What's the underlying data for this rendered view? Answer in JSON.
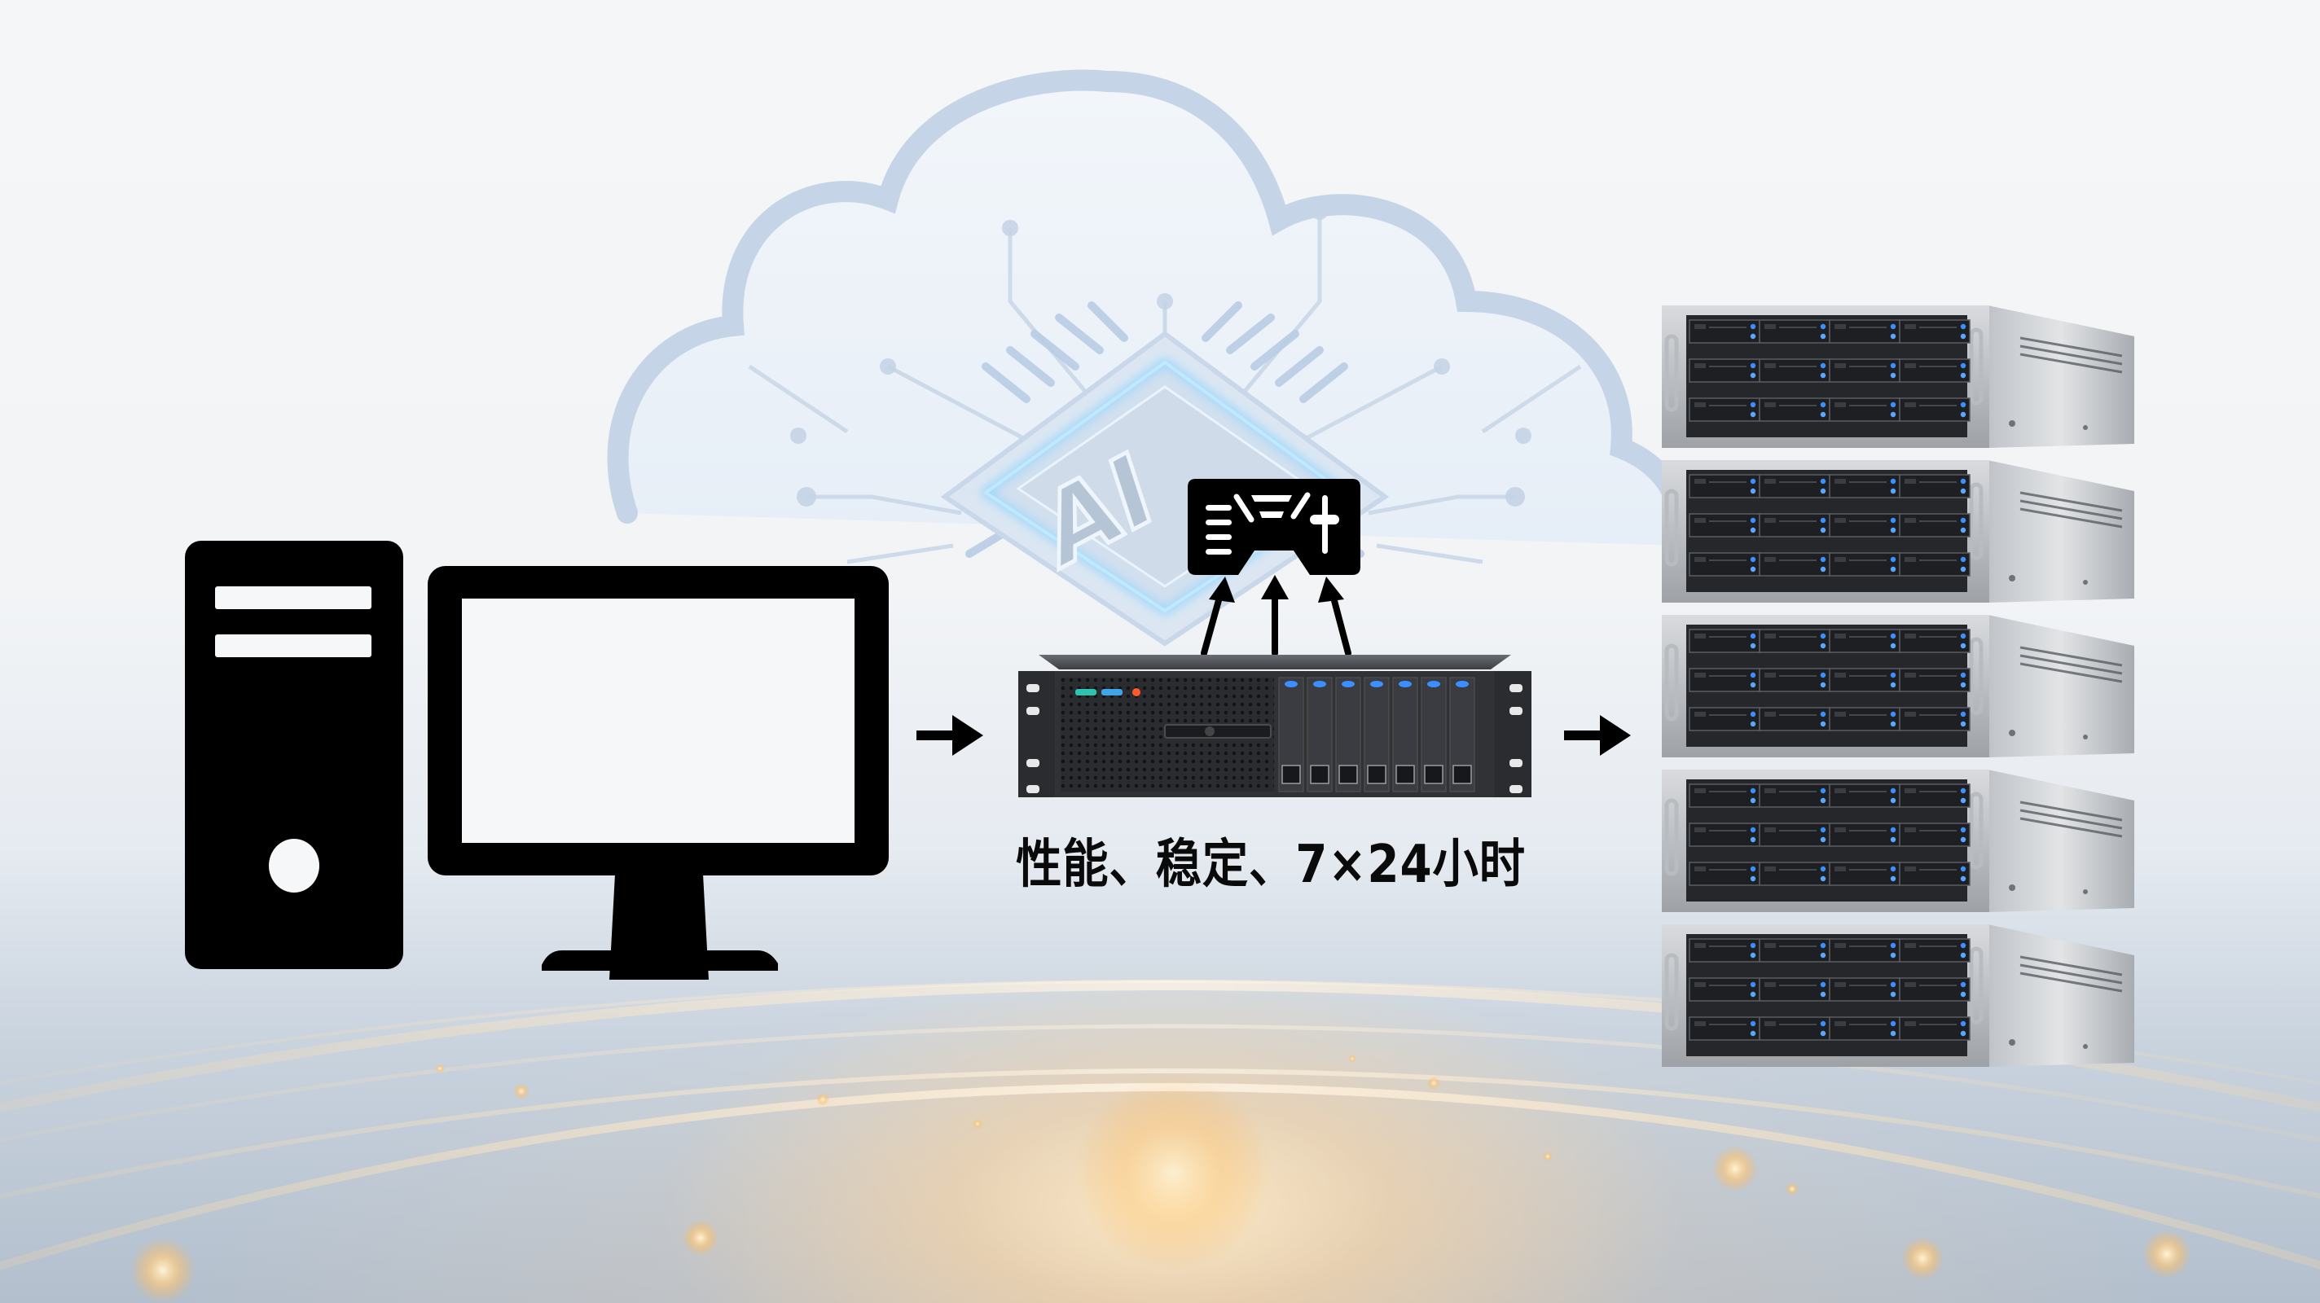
{
  "diagram": {
    "type": "flow",
    "caption": "性能、稳定、7×24小时",
    "chip_label": "AI",
    "nodes": [
      {
        "id": "desktop-pc",
        "label": "Desktop computer (tower + monitor)",
        "icon": "desktop-computer-icon"
      },
      {
        "id": "rack-server",
        "label": "Rack server (3U)",
        "icon": "rack-server"
      },
      {
        "id": "server-cluster",
        "label": "Stacked storage servers (5 units)",
        "icon": "server-stack"
      }
    ],
    "overlay": [
      {
        "id": "ai-cloud",
        "label": "AI",
        "icon": "cloud-chip-icon"
      },
      {
        "id": "control-panel",
        "icon": "control-panel-icon"
      }
    ],
    "edges": [
      {
        "from": "desktop-pc",
        "to": "rack-server",
        "icon": "arrow-right-icon"
      },
      {
        "from": "rack-server",
        "to": "server-cluster",
        "icon": "arrow-right-icon"
      },
      {
        "from": "rack-server",
        "to": "control-panel",
        "icon": "arrow-up-icon",
        "count": 3
      }
    ],
    "server_stack_units": 5,
    "drive_bay_grid": {
      "columns": 4,
      "rows": 3
    },
    "rack_server_bays": 7
  },
  "colors": {
    "background_top": "#f3f5f6",
    "background_bottom": "#b3bfcd",
    "glow": "#ffd9a0",
    "cloud_stroke": "#c3d3e6",
    "chip_glow": "#7fd0ff",
    "icon_black": "#000000",
    "server_dark": "#2a2c30",
    "drive_led": "#3b8fff",
    "chassis_silver": "#c9ccd0"
  }
}
